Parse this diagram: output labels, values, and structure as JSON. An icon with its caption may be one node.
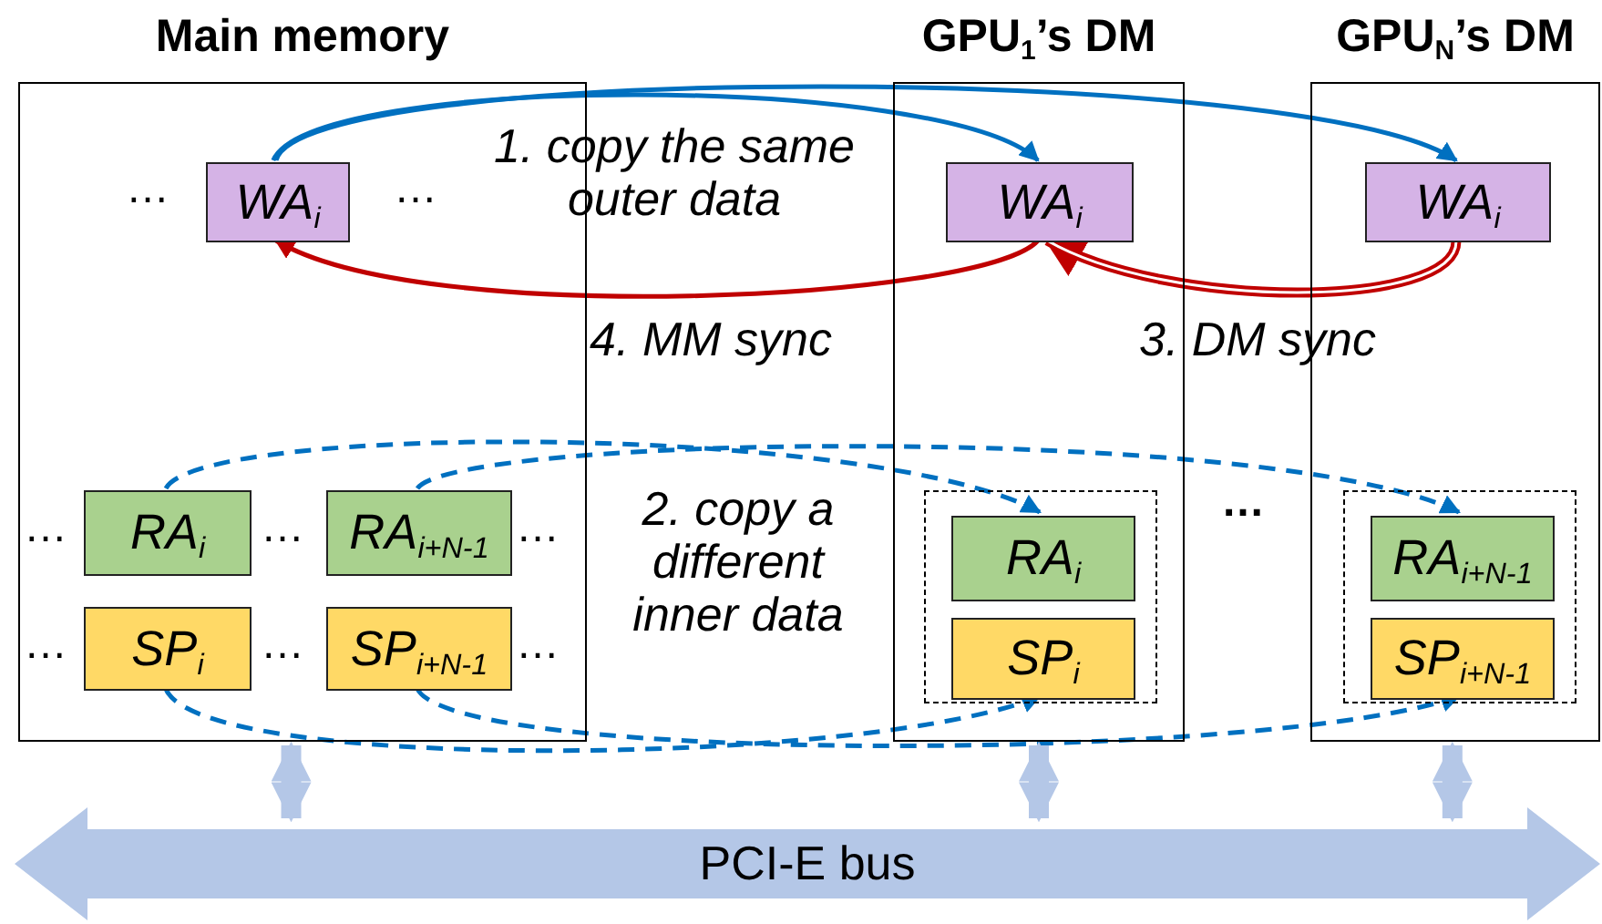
{
  "diagram": {
    "nodes": [
      {
        "text": [
          "Main memory"
        ]
      },
      {
        "text": [
          "WA$_{i}$"
        ],
        "in": 0
      },
      {
        "text": [
          "RA$_{i}$"
        ],
        "in": 0
      },
      {
        "text": [
          "RA$_{i+N-1}$"
        ],
        "in": 0
      },
      {
        "text": [
          "SP$_{i}$"
        ],
        "in": 0
      },
      {
        "text": [
          "SP$_{i+N-1}$"
        ],
        "in": 0
      },
      {
        "text": [
          "GPU$_{1}$’s DM"
        ]
      },
      {
        "text": [
          "WA$_{i}$"
        ],
        "in": 6
      },
      {
        "text": [],
        "shape": "box",
        "in": 6
      },
      {
        "text": [
          "RA$_{i}$"
        ],
        "in": 8
      },
      {
        "text": [
          "SP$_{i}$"
        ],
        "in": 8
      },
      {
        "text": [
          "GPU$_{N}$’s DM"
        ]
      },
      {
        "text": [
          "WA$_{i}$"
        ],
        "in": 11
      },
      {
        "text": [],
        "shape": "box",
        "in": 11
      },
      {
        "text": [
          "RA$_{i+N-1}$"
        ],
        "in": 13
      },
      {
        "text": [
          "SP$_{i+N-1}$"
        ],
        "in": 13
      },
      {
        "text": [
          "PCI-E bus"
        ]
      }
    ],
    "edges": [
      {
        "from": 1,
        "to": 7,
        "arrow": "to"
      },
      {
        "from": 1,
        "to": 12,
        "arrow": "to"
      },
      {
        "from": 2,
        "to": 9,
        "arrow": "to",
        "style": "dashed"
      },
      {
        "from": 3,
        "to": 14,
        "arrow": "to",
        "style": "dashed"
      },
      {
        "from": 4,
        "to": 10,
        "arrow": "to",
        "style": "dashed"
      },
      {
        "from": 5,
        "to": 15,
        "arrow": "to",
        "style": "dashed"
      },
      {
        "from": 12,
        "to": 7,
        "arrow": "to",
        "style": "thick",
        "color": "#c00000"
      },
      {
        "from": 7,
        "to": 1,
        "arrow": "to",
        "color": "#c00000"
      },
      {
        "from": 0,
        "to": 16,
        "arrow": "both",
        "style": "thick",
        "color": "#b4c7e7"
      },
      {
        "from": 6,
        "to": 16,
        "arrow": "both",
        "style": "thick",
        "color": "#b4c7e7"
      },
      {
        "from": 11,
        "to": 16,
        "arrow": "both",
        "style": "thick",
        "color": "#b4c7e7"
      }
    ],
    "labels": [
      "…",
      "…",
      "1. copy the same outer data",
      "4. MM sync",
      "3. DM sync",
      "…",
      "…",
      "…",
      "2. copy a different inner data",
      "…",
      "…",
      "…",
      "…"
    ]
  }
}
